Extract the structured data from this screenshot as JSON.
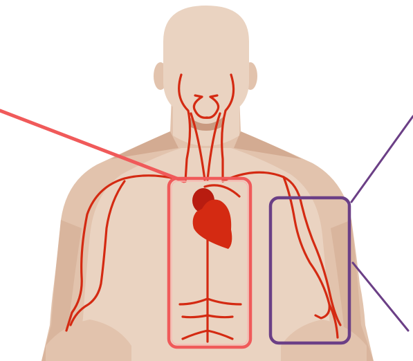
{
  "colors": {
    "background": "#ffffff",
    "skin_light": "#ead3c1",
    "skin_mid": "#e2c3ad",
    "skin_shadow": "#d3ab92",
    "neck_shadow": "#c99a80",
    "artery": "#d42a12",
    "heart": "#d42a12",
    "heart_dark": "#b81c10",
    "highlight_red": "#f05a5a",
    "highlight_red_fill": "#f7b9b4",
    "highlight_purple": "#6b3f86",
    "highlight_purple_fill": "#f0d9c8"
  },
  "icons": {
    "figure": "human-torso-figure",
    "heart": "heart-icon"
  },
  "callouts": [
    {
      "name": "chest-callout",
      "color_key": "highlight_red"
    },
    {
      "name": "arm-callout",
      "color_key": "highlight_purple"
    }
  ]
}
